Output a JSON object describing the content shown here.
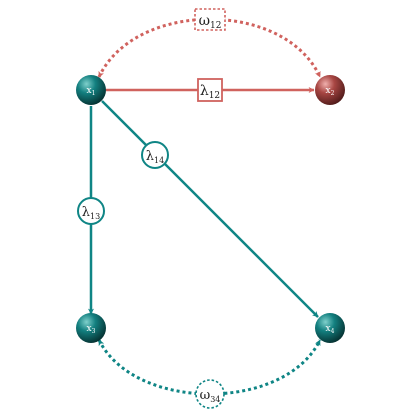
{
  "colors": {
    "teal": "#0f8585",
    "teal_dark": "#0b5e5e",
    "red": "#d0625e",
    "red_dark": "#9b3b38",
    "background": "#ffffff"
  },
  "nodes": {
    "x1": {
      "base": "x",
      "sub": "1"
    },
    "x2": {
      "base": "x",
      "sub": "2"
    },
    "x3": {
      "base": "x",
      "sub": "3"
    },
    "x4": {
      "base": "x",
      "sub": "4"
    }
  },
  "edges": {
    "lambda12": {
      "base": "λ",
      "sub": "12",
      "style": "solid",
      "shape": "box"
    },
    "lambda13": {
      "base": "λ",
      "sub": "13",
      "style": "solid",
      "shape": "circle"
    },
    "lambda14": {
      "base": "λ",
      "sub": "14",
      "style": "solid",
      "shape": "circle"
    },
    "omega12": {
      "base": "ω",
      "sub": "12",
      "style": "dotted",
      "shape": "box"
    },
    "omega34": {
      "base": "ω",
      "sub": "34",
      "style": "dotted",
      "shape": "circle"
    }
  }
}
